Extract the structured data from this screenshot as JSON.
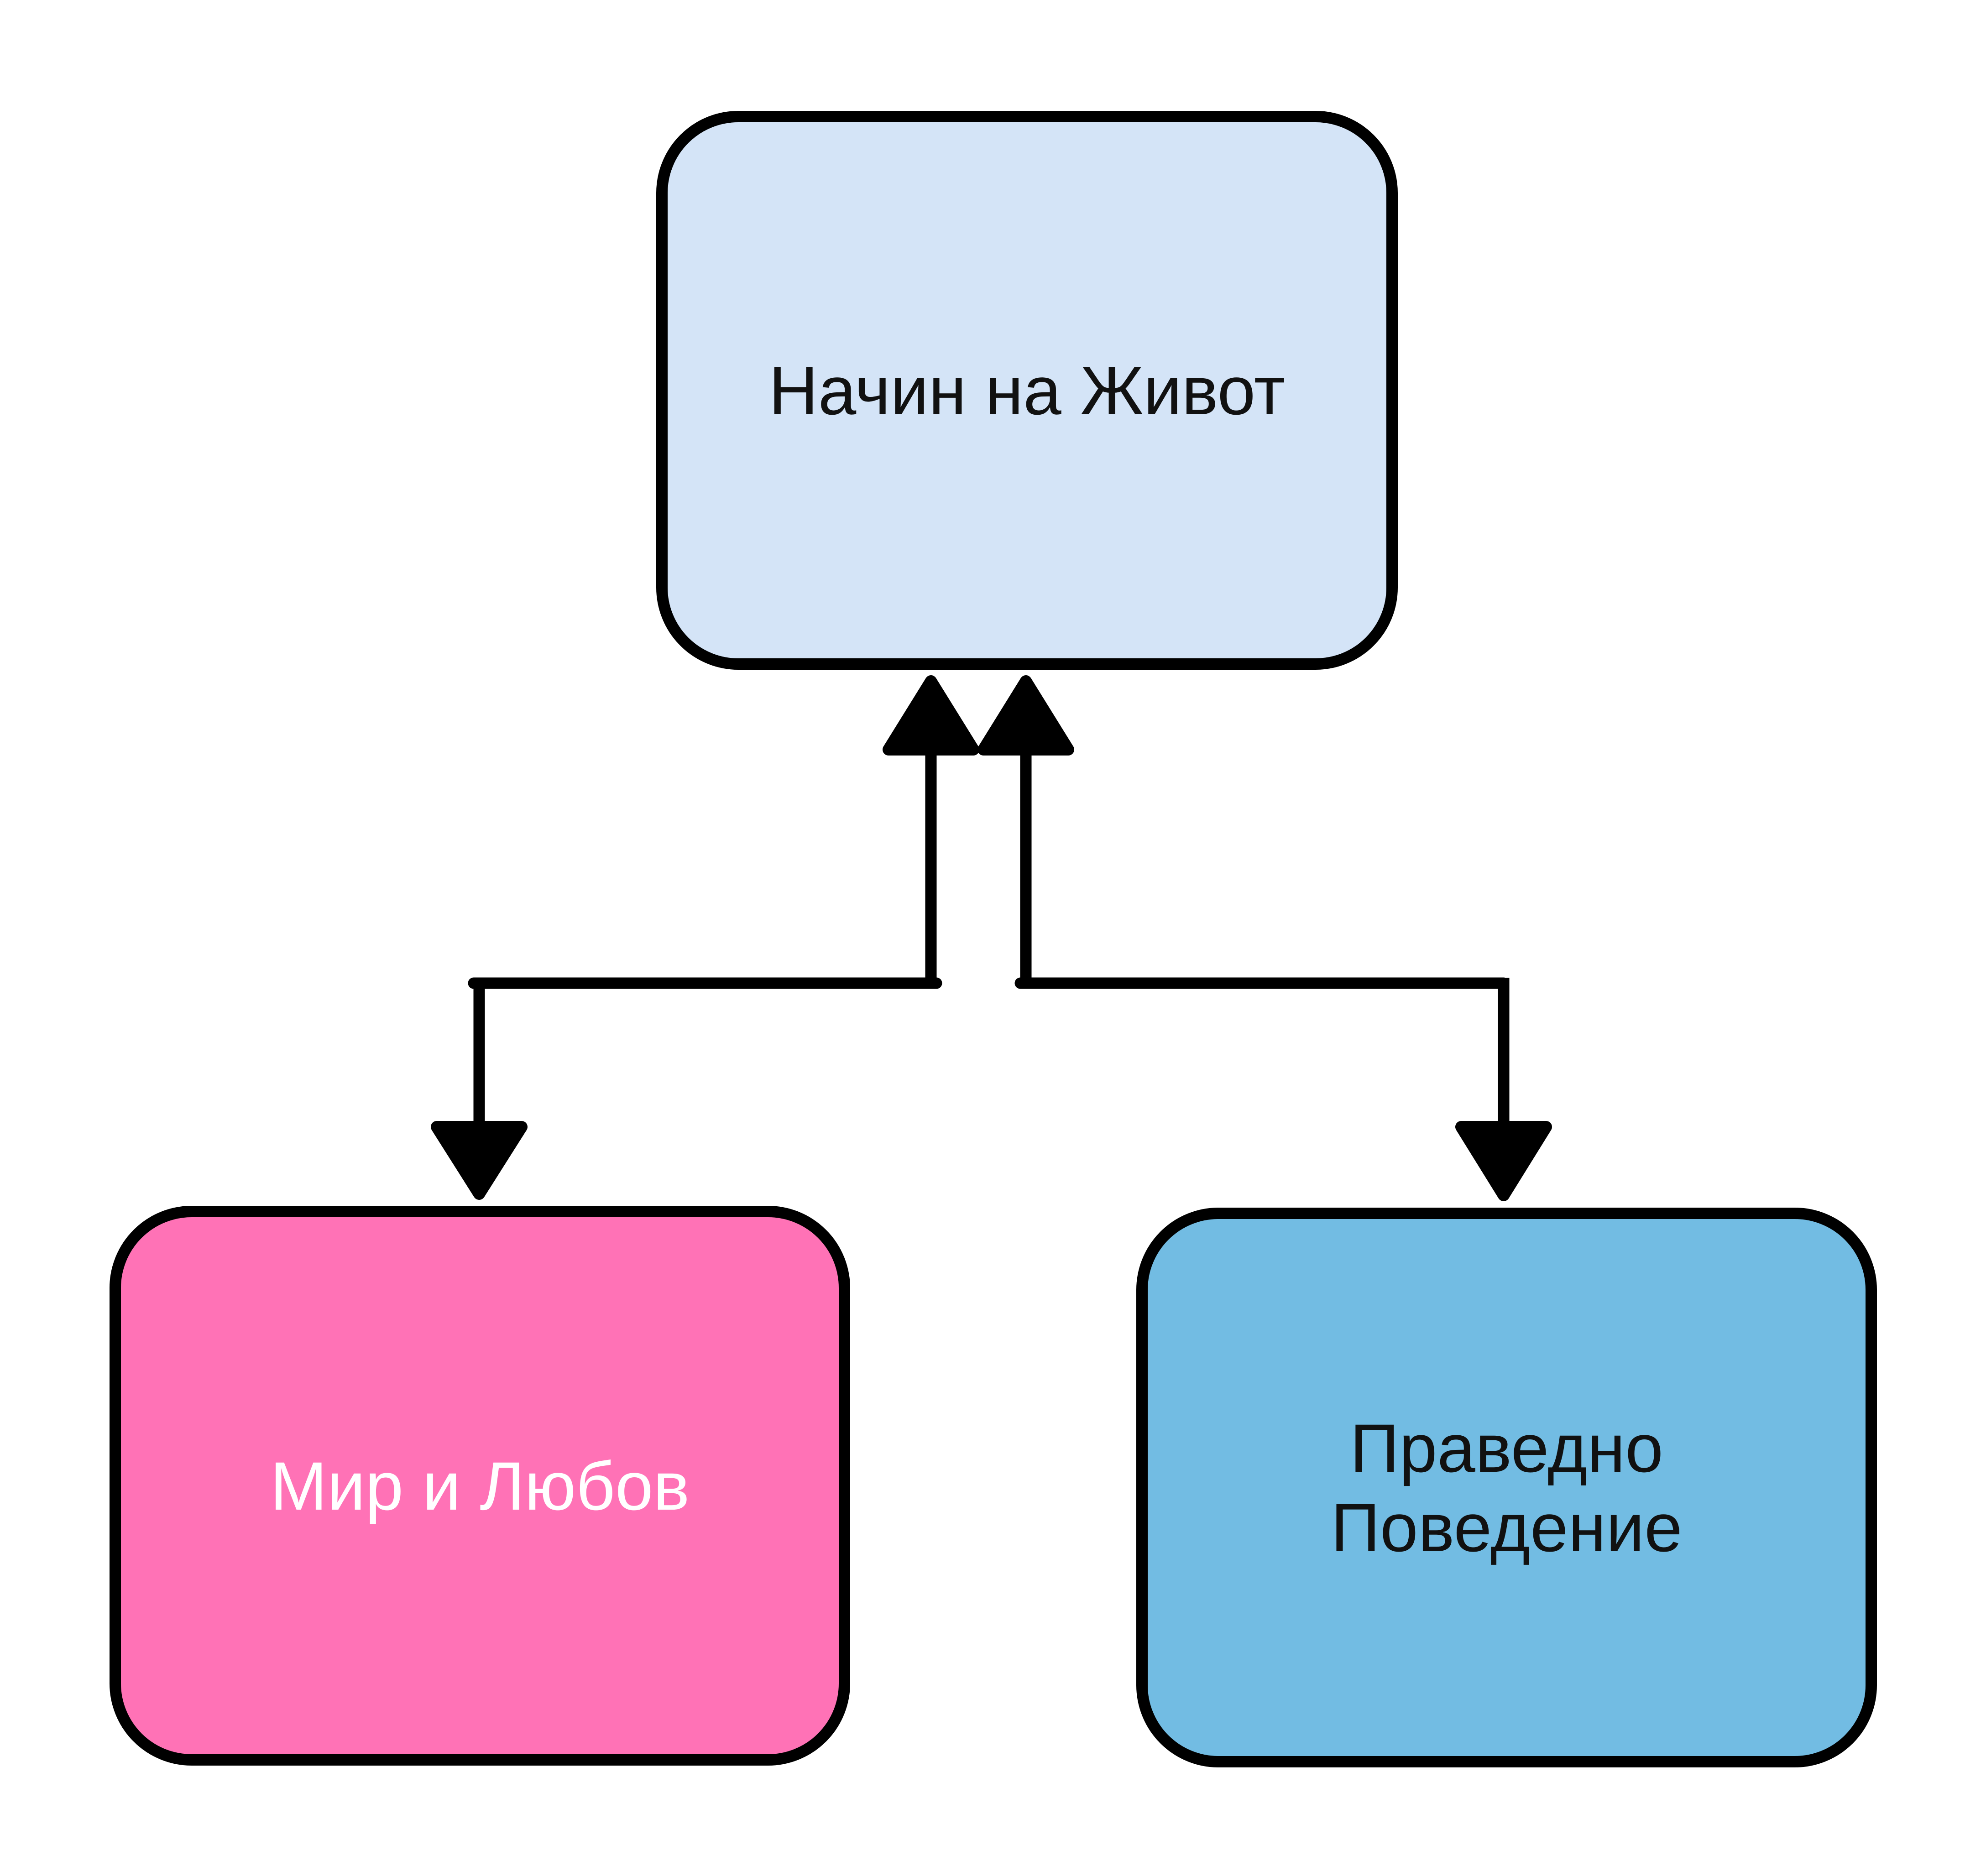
{
  "diagram": {
    "type": "flowchart",
    "direction": "bottom-to-top-and-top-to-bottom",
    "background_color": "#ffffff",
    "edge_color": "#000000",
    "nodes": [
      {
        "id": "root",
        "label": "Начин на Живот",
        "fill": "#d4e4f7",
        "text_color": "#111111",
        "border_color": "#000000"
      },
      {
        "id": "peace",
        "label": "Мир и Любов",
        "fill": "#ff72b6",
        "text_color": "#ffffff",
        "border_color": "#000000"
      },
      {
        "id": "conduct",
        "label": "Праведно\nПоведение",
        "fill": "#72bce3",
        "text_color": "#111111",
        "border_color": "#000000"
      }
    ],
    "edges": [
      {
        "id": "edge-root-peace",
        "from": "root",
        "to": "peace",
        "arrow_start": "up-arrow",
        "arrow_end": "down-arrow",
        "style": "orthogonal"
      },
      {
        "id": "edge-root-conduct",
        "from": "root",
        "to": "conduct",
        "arrow_start": "up-arrow",
        "arrow_end": "down-arrow",
        "style": "orthogonal"
      }
    ]
  }
}
